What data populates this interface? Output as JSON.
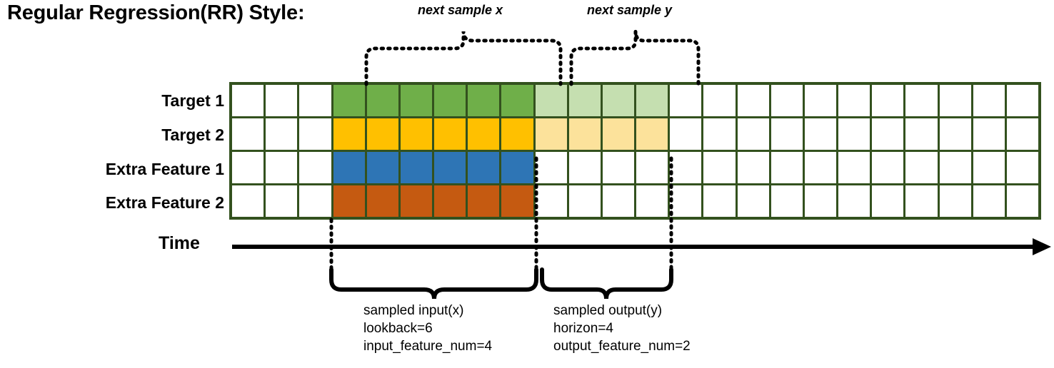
{
  "title": "Regular Regression(RR) Style:",
  "captions": {
    "next_sample_x": "next sample x",
    "next_sample_y": "next sample y"
  },
  "rows": [
    {
      "label": "Target 1",
      "fill": "#6FAF49",
      "faded": "#C5DFB0"
    },
    {
      "label": "Target 2",
      "fill": "#FFC000",
      "faded": "#FCE29B"
    },
    {
      "label": "Extra Feature 1",
      "fill": "#2E75B5",
      "faded": null
    },
    {
      "label": "Extra Feature 2",
      "fill": "#C55A11",
      "faded": null
    }
  ],
  "grid": {
    "columns": 24,
    "rows": 4,
    "border_color": "#33511E",
    "empty_color": "#FFFFFF",
    "input_start_col": 3,
    "input_span": 6,
    "output_start_col": 9,
    "output_span": 4
  },
  "time_axis": {
    "label": "Time"
  },
  "notes": {
    "input": "sampled input(x)\nlookback=6\ninput_feature_num=4",
    "output": "sampled output(y)\nhorizon=4\noutput_feature_num=2"
  },
  "chart_data": {
    "type": "heatmap",
    "title": "Regular Regression(RR) Style:",
    "categories": [
      "Target 1",
      "Target 2",
      "Extra Feature 1",
      "Extra Feature 2"
    ],
    "series": [
      {
        "name": "Target 1",
        "filled_cols": [
          3,
          4,
          5,
          6,
          7,
          8
        ],
        "faded_cols": [
          9,
          10,
          11,
          12
        ]
      },
      {
        "name": "Target 2",
        "filled_cols": [
          3,
          4,
          5,
          6,
          7,
          8
        ],
        "faded_cols": [
          9,
          10,
          11,
          12
        ]
      },
      {
        "name": "Extra Feature 1",
        "filled_cols": [
          3,
          4,
          5,
          6,
          7,
          8
        ],
        "faded_cols": []
      },
      {
        "name": "Extra Feature 2",
        "filled_cols": [
          3,
          4,
          5,
          6,
          7,
          8
        ],
        "faded_cols": []
      }
    ],
    "xlabel": "Time",
    "ylabel": "",
    "grid": true,
    "legend": "none"
  }
}
